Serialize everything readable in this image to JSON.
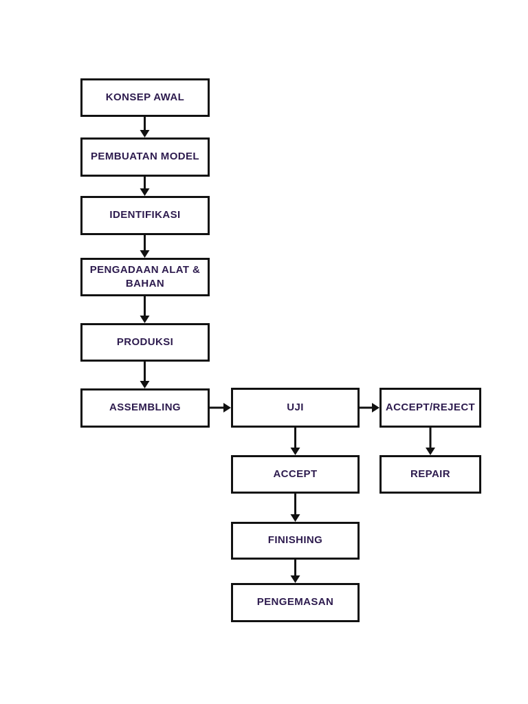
{
  "diagram": {
    "type": "flowchart",
    "colors": {
      "background": "#ffffff",
      "box_fill": "#ffffff",
      "box_border": "#111111",
      "text": "#2d1b4e",
      "arrow": "#111111"
    },
    "nodes": [
      {
        "id": "konsep-awal",
        "label": "KONSEP AWAL"
      },
      {
        "id": "pembuatan-model",
        "label": "PEMBUATAN MODEL"
      },
      {
        "id": "identifikasi",
        "label": "IDENTIFIKASI"
      },
      {
        "id": "pengadaan-alat-bahan",
        "label": "PENGADAAN ALAT & BAHAN"
      },
      {
        "id": "produksi",
        "label": "PRODUKSI"
      },
      {
        "id": "assembling",
        "label": "ASSEMBLING"
      },
      {
        "id": "uji",
        "label": "UJI"
      },
      {
        "id": "accept-reject",
        "label": "ACCEPT/REJECT"
      },
      {
        "id": "accept",
        "label": "ACCEPT"
      },
      {
        "id": "repair",
        "label": "REPAIR"
      },
      {
        "id": "finishing",
        "label": "FINISHING"
      },
      {
        "id": "pengemasan",
        "label": "PENGEMASAN"
      }
    ],
    "edges": [
      {
        "from": "konsep-awal",
        "to": "pembuatan-model",
        "direction": "down"
      },
      {
        "from": "pembuatan-model",
        "to": "identifikasi",
        "direction": "down"
      },
      {
        "from": "identifikasi",
        "to": "pengadaan-alat-bahan",
        "direction": "down"
      },
      {
        "from": "pengadaan-alat-bahan",
        "to": "produksi",
        "direction": "down"
      },
      {
        "from": "produksi",
        "to": "assembling",
        "direction": "down"
      },
      {
        "from": "assembling",
        "to": "uji",
        "direction": "right"
      },
      {
        "from": "uji",
        "to": "accept-reject",
        "direction": "right"
      },
      {
        "from": "uji",
        "to": "accept",
        "direction": "down"
      },
      {
        "from": "accept-reject",
        "to": "repair",
        "direction": "down"
      },
      {
        "from": "accept",
        "to": "finishing",
        "direction": "down"
      },
      {
        "from": "finishing",
        "to": "pengemasan",
        "direction": "down"
      }
    ]
  }
}
